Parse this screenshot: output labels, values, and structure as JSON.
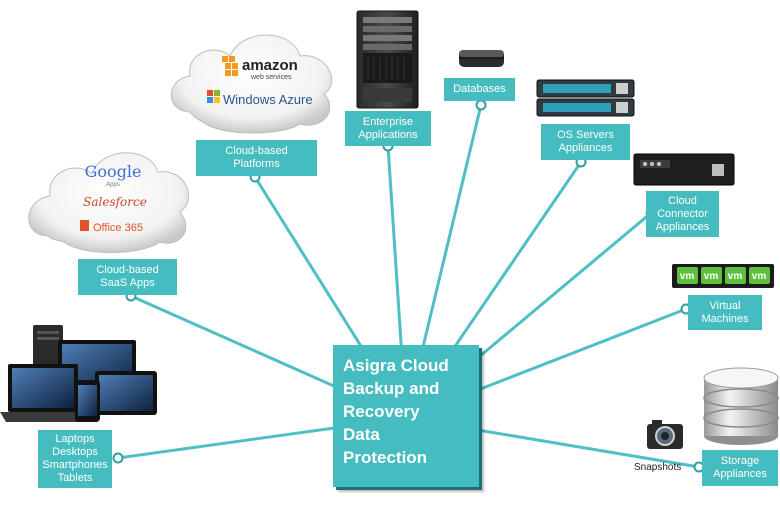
{
  "center": {
    "lines": [
      "Asigra Cloud",
      "Backup and",
      "Recovery",
      "Data",
      "Protection"
    ]
  },
  "nodes": {
    "saas": {
      "lines": [
        "Cloud-based",
        "SaaS Apps"
      ]
    },
    "platforms": {
      "lines": [
        "Cloud-based",
        "Platforms"
      ]
    },
    "enterprise": {
      "lines": [
        "Enterprise",
        "Applications"
      ]
    },
    "databases": {
      "lines": [
        "Databases"
      ]
    },
    "os_servers": {
      "lines": [
        "OS Servers",
        "Appliances"
      ]
    },
    "connector": {
      "lines": [
        "Cloud",
        "Connector",
        "Appliances"
      ]
    },
    "virtual": {
      "lines": [
        "Virtual",
        "Machines"
      ]
    },
    "storage": {
      "lines": [
        "Storage",
        "Appliances"
      ]
    },
    "devices": {
      "lines": [
        "Laptops",
        "Desktops",
        "Smartphones",
        "Tablets"
      ]
    }
  },
  "snapshots_label": "Snapshots",
  "cloud_saas": {
    "google": "Google",
    "google_sub": "Apps",
    "salesforce": "Salesforce",
    "office": "Office 365"
  },
  "cloud_platforms": {
    "amazon": "amazon",
    "amazon_sub": "web services",
    "azure": "Windows Azure"
  },
  "vm_label": "vm",
  "colors": {
    "accent": "#45bcc0",
    "connector_line": "#4fbfc3",
    "dot": "#2e9ea3"
  }
}
